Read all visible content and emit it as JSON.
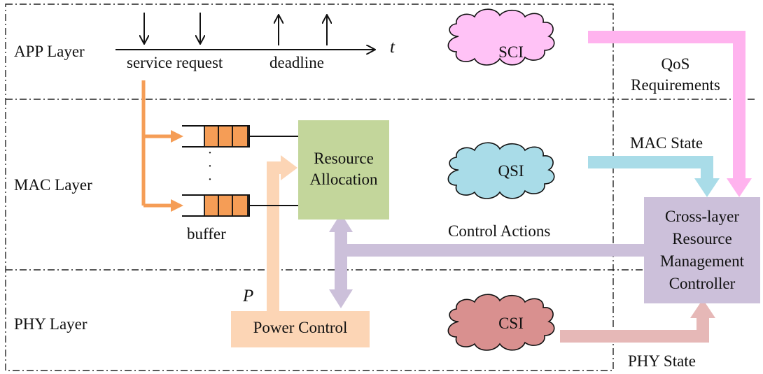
{
  "layers": {
    "app": "APP Layer",
    "mac": "MAC Layer",
    "phy": "PHY Layer"
  },
  "timeline": {
    "service_request": "service request",
    "deadline": "deadline",
    "time_symbol": "t"
  },
  "queues": {
    "buffer_label": "buffer",
    "ellipsis": "·\n·\n·"
  },
  "blocks": {
    "resource_allocation": "Resource\nAllocation",
    "power_control": "Power Control",
    "controller": "Cross-layer\nResource\nManagement\nController"
  },
  "clouds": {
    "sci": "SCI",
    "qsi": "QSI",
    "csi": "CSI"
  },
  "arrow_labels": {
    "qos": "QoS\nRequirements",
    "mac_state": "MAC State",
    "control_actions": "Control Actions",
    "phy_state": "PHY State",
    "power_symbol": "P"
  },
  "colors": {
    "sci_cloud": "#ffc2f6",
    "qsi_cloud": "#a9dce8",
    "csi_cloud": "#d9908f",
    "resource_allocation": "#c3d69b",
    "power_control": "#fcd5b5",
    "controller": "#ccc0da",
    "queue_cells": "#f59d56",
    "request_arrows": "#f59d56",
    "qos_arrow": "#ffb3ee",
    "mac_state_arrow": "#a9dce8",
    "control_arrow": "#ccc0da",
    "phy_state_arrow": "#e6b8b7",
    "power_arrow": "#fcd5b5"
  }
}
